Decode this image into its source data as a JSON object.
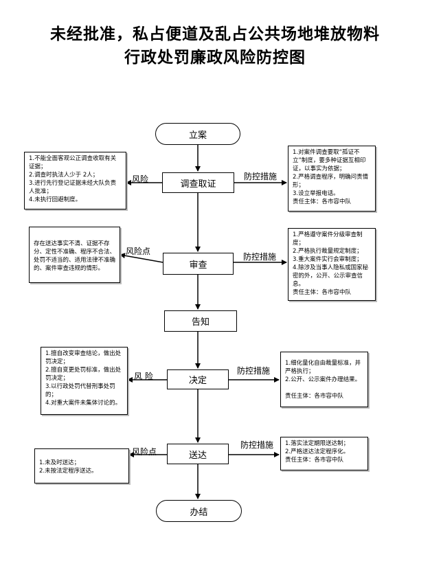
{
  "title": {
    "line1": "未经批准，私占便道及乱占公共场地堆放物料",
    "line2": "行政处罚廉政风险防控图"
  },
  "steps": {
    "start": "立案",
    "investigate": "调查取证",
    "review": "审查",
    "notify": "告知",
    "decide": "决定",
    "deliver": "送达",
    "end": "办结"
  },
  "labels": {
    "risk1": "风险",
    "control1": "防控措施",
    "risk2": "风险点",
    "control2": "防控措施",
    "risk3": "风  险",
    "control3": "防控措施",
    "risk4": "风险点",
    "control4": "防控措施"
  },
  "risks": {
    "investigate": "1.不能全面客观公正调查收取有关证据；\n2.调查时执法人少于 2人；\n3.进行先行登记证据未经大队负责人批准；\n4.未执行回避制度。",
    "review": "存在送达事实不清、证据不存分、定性不准确、程序不合法、处罚不适当的、适用法律不准确的、案件审查违规的情形。",
    "decide": "1.擅自改变审查结论，做出处罚决定；\n2.擅自变更处罚标准，做出处罚决定；\n3.以行政处罚代替刑事处罚的；\n4.对重大案件未集体讨论的。",
    "deliver": "1.未及时送达；\n2.未按法定程序送达。"
  },
  "controls": {
    "investigate": "1.对案件调查要取“孤证不立”制度，要多种证据互相印证，以事实为依据；\n2.严格调查程序，明确问责情形；\n3.设立举报电话。\n责任主体：各市容中队",
    "review": "1.严格遵守案件分级审查制度；\n2.严格执行裁量规定制度；\n3.重大案件实行会审制度；\n4.除涉及当事人隐私或国家秘密的外，公开、公示审查信息。\n责任主体：各市容中队",
    "decide": "1.细化量化自由裁量标准，并严格执行；\n2.公开、公示案件办理结果。\n\n责任主体：各市容中队",
    "deliver": "1.落实法定期限送达制；\n2.严格送达法定程序化。\n责任主体：各市容中队"
  }
}
